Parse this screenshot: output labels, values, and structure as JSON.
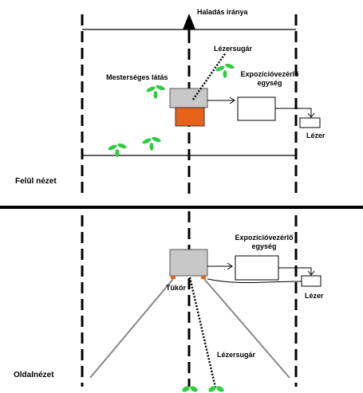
{
  "top_view": {
    "direction_label": "Haladás iránya",
    "laser_beam_label": "Lézersugár",
    "machine_vision_label": "Mesterséges látás",
    "exposure_unit_label_line1": "Expozícióvezérlő",
    "exposure_unit_label_line2": "egység",
    "laser_label": "Lézer",
    "view_label": "Felül nézet"
  },
  "side_view": {
    "exposure_unit_label_line1": "Expozícióvezérlő",
    "exposure_unit_label_line2": "egység",
    "mirror_label": "Tükör",
    "laser_label": "Lézer",
    "laser_beam_label": "Lézersugár",
    "view_label": "Oldalnézet"
  },
  "colors": {
    "line": "#000000",
    "camera_box": "#c8c8c8",
    "laser_head": "#e8631a",
    "plant": "#2ecc40"
  }
}
